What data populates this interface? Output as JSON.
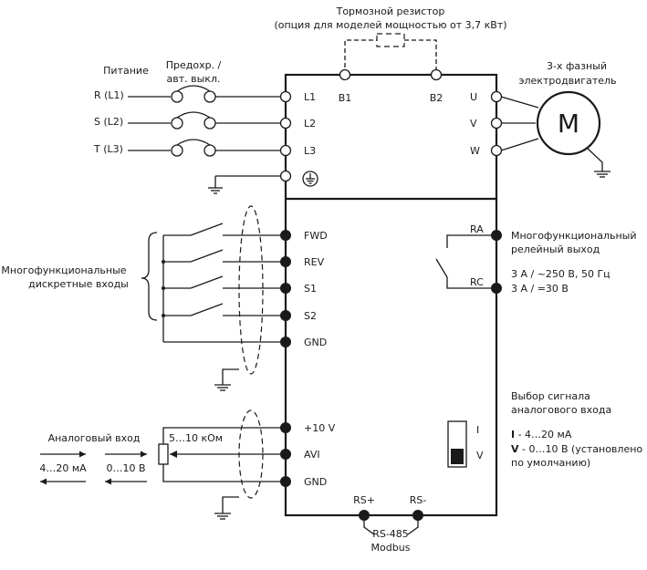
{
  "brake_resistor": {
    "title": "Тормозной резистор",
    "subtitle": "(опция для моделей мощностью от 3,7 кВт)"
  },
  "power": {
    "label": "Питание",
    "breaker_label_1": "Предохр. /",
    "breaker_label_2": "авт. выкл.",
    "phases": [
      "R (L1)",
      "S (L2)",
      "T (L3)"
    ]
  },
  "terminals": {
    "input": [
      "L1",
      "L2",
      "L3"
    ],
    "brake": [
      "B1",
      "B2"
    ],
    "output": [
      "U",
      "V",
      "W"
    ],
    "digital": [
      "FWD",
      "REV",
      "S1",
      "S2",
      "GND"
    ],
    "analog": [
      "+10 V",
      "AVI",
      "GND"
    ],
    "relay": [
      "RA",
      "RC"
    ],
    "rs485": [
      "RS+",
      "RS-"
    ]
  },
  "motor": {
    "label_1": "3-х фазный",
    "label_2": "электродвигатель",
    "symbol": "M"
  },
  "digital_inputs": {
    "label_1": "Многофункциональные",
    "label_2": "дискретные входы"
  },
  "relay_output": {
    "label_1": "Многофункциональный",
    "label_2": "релейный выход",
    "rating_1": "3 A / ~250 В, 50 Гц",
    "rating_2": "3 A / =30 В"
  },
  "analog_select": {
    "title_1": "Выбор сигнала",
    "title_2": "аналогового входа",
    "switch_top": "I",
    "switch_bottom": "V",
    "opt_i_key": "I",
    "opt_i_val": " - 4…20 мА",
    "opt_v_key": "V",
    "opt_v_val": " - 0…10 В (установлено",
    "opt_v_val_2": "по умолчанию)"
  },
  "analog_input": {
    "label": "Аналоговый вход",
    "pot_label": "5…10 кОм",
    "current_label": "4…20 мА",
    "voltage_label": "0…10 В"
  },
  "rs485": {
    "label_1": "RS-485",
    "label_2": "Modbus"
  }
}
